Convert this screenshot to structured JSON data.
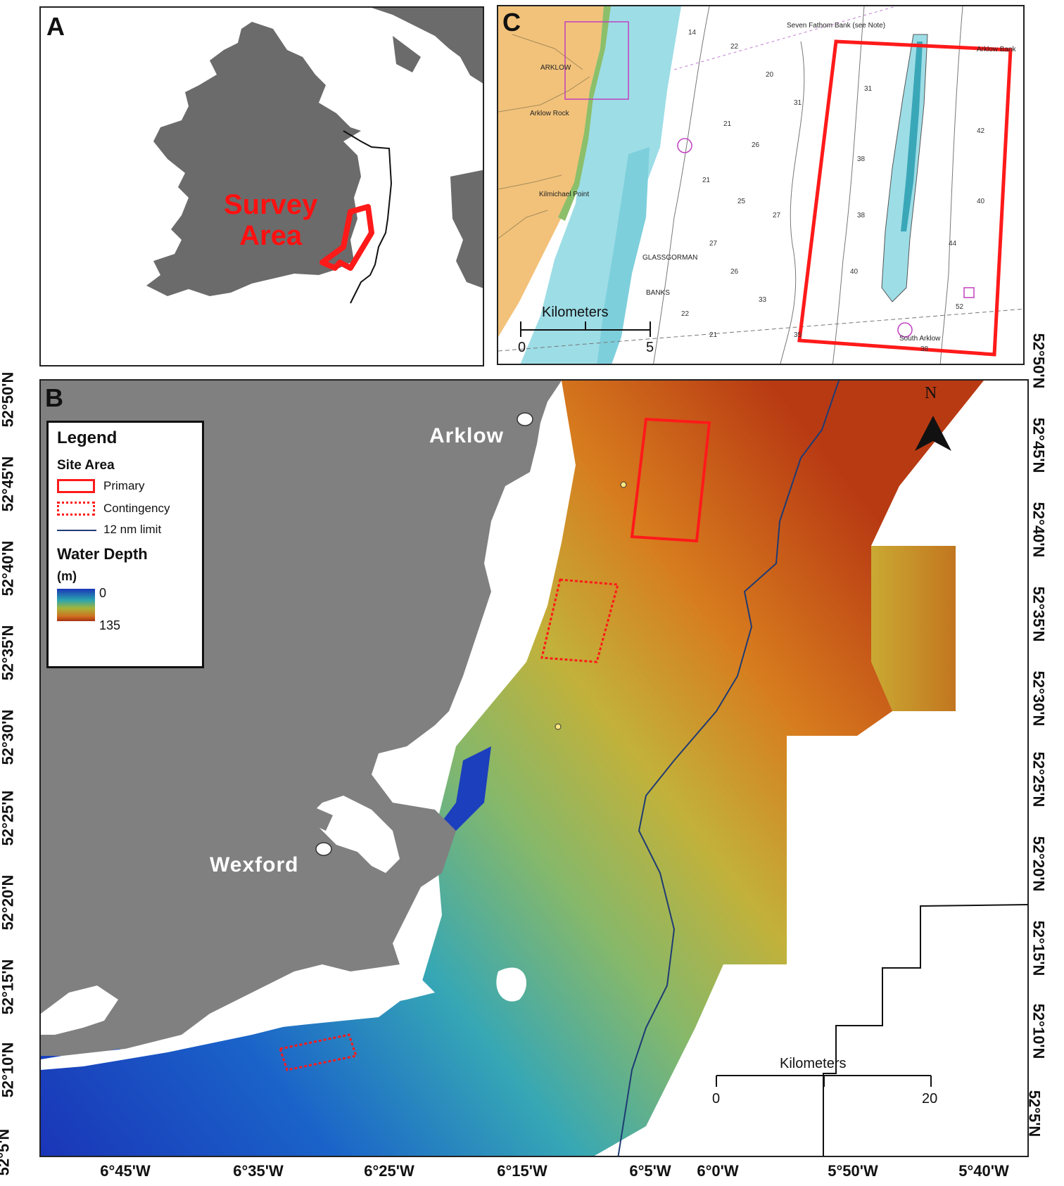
{
  "panels": {
    "a": {
      "label": "A",
      "survey_label_line1": "Survey",
      "survey_label_line2": "Area"
    },
    "b": {
      "label": "B"
    },
    "c": {
      "label": "C",
      "scale_title": "Kilometers",
      "scale_start": "0",
      "scale_end": "5"
    }
  },
  "legend": {
    "title": "Legend",
    "site_area_heading": "Site Area",
    "primary": "Primary",
    "contingency": "Contingency",
    "limit": "12 nm limit",
    "depth_heading": "Water Depth",
    "depth_unit": "(m)",
    "depth_min": "0",
    "depth_max": "135"
  },
  "towns": {
    "arklow": "Arklow",
    "wexford": "Wexford"
  },
  "north_arrow": "N",
  "scale_bar": {
    "title": "Kilometers",
    "start": "0",
    "end": "20"
  },
  "lat_labels": [
    "52°50'N",
    "52°45'N",
    "52°40'N",
    "52°35'N",
    "52°30'N",
    "52°25'N",
    "52°20'N",
    "52°15'N",
    "52°10'N",
    "52°5'N"
  ],
  "lon_labels": [
    "6°45'W",
    "6°35'W",
    "6°25'W",
    "6°15'W",
    "6°5'W",
    "6°0'W",
    "5°50'W",
    "5°40'W"
  ],
  "chart_c_text": {
    "town": "ARKLOW",
    "place1": "Arklow Rock",
    "place2": "Kilmichael Point",
    "place3": "GLASSGORMAN",
    "place4": "BANKS",
    "place5": "Arklow Bank",
    "place6": "South Arklow",
    "note1": "Seven Fathom Bank (see Note)"
  },
  "colors": {
    "land": "#808080",
    "survey_red": "#ff1a1a",
    "limit_line": "#1f3b73",
    "chart_land": "#f2c27a",
    "chart_shallow": "#9ddde6"
  }
}
